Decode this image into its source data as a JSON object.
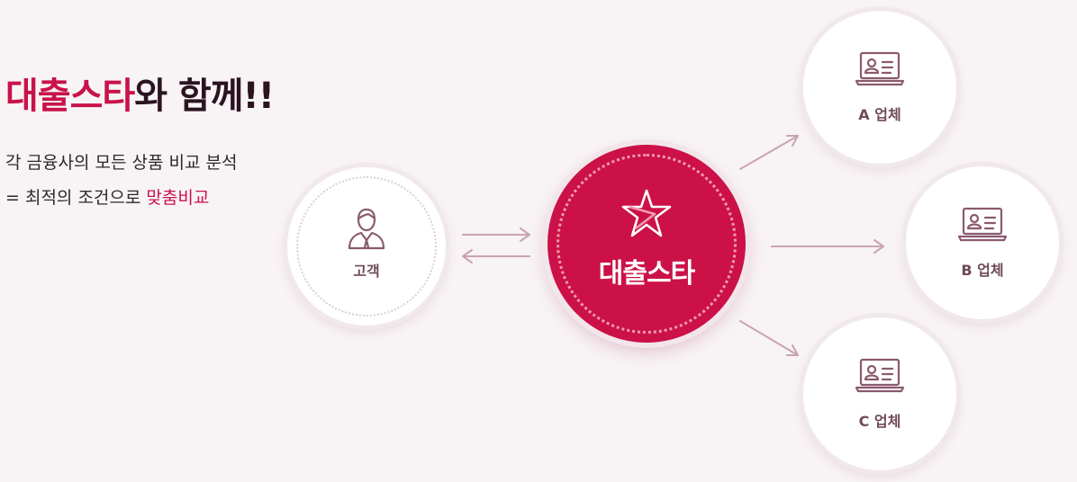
{
  "headline": {
    "brand": "대출스타",
    "rest": "와 함께!!"
  },
  "description": {
    "line1": "각 금융사의 모든 상품 비교 분석",
    "line2_prefix": "= 최적의 조건으로 ",
    "line2_highlight": "맞춤비교"
  },
  "nodes": {
    "customer": {
      "label": "고객",
      "icon": "person-icon"
    },
    "center": {
      "label": "대출스타",
      "icon": "star-logo-icon"
    },
    "vendors": [
      {
        "label": "A 업체",
        "icon": "laptop-profile-icon"
      },
      {
        "label": "B 업체",
        "icon": "laptop-profile-icon"
      },
      {
        "label": "C 업체",
        "icon": "laptop-profile-icon"
      }
    ]
  },
  "colors": {
    "brand": "#c8124a",
    "background": "#f8f3f5",
    "arrow": "#c9a3b3",
    "icon_stroke": "#8a5a6e"
  }
}
